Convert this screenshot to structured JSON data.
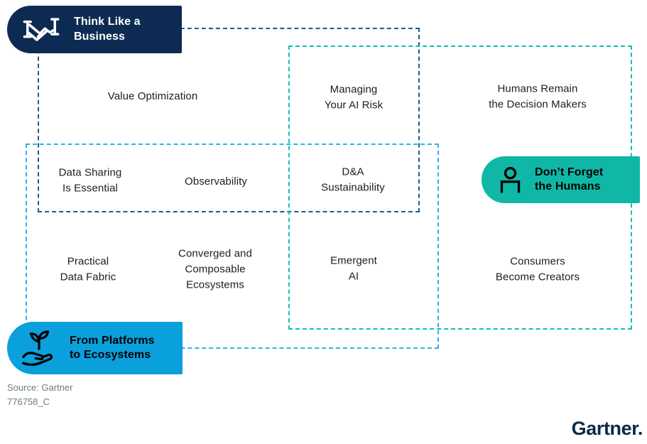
{
  "figure": {
    "groups": [
      {
        "name": "think-like-a-business",
        "badge_label": "Think Like a\nBusiness",
        "icon": "handshake-icon",
        "badge_bg": "#0d2b52",
        "badge_text_color": "#ffffff",
        "outline_color": "#245a80"
      },
      {
        "name": "dont-forget-the-humans",
        "badge_label": "Don’t Forget\nthe Humans",
        "icon": "person-icon",
        "badge_bg": "#10b7a6",
        "badge_text_color": "#000000",
        "outline_color": "#13c1b0"
      },
      {
        "name": "from-platforms-to-ecosystems",
        "badge_label": "From Platforms\nto Ecosystems",
        "icon": "hand-plant-icon",
        "badge_bg": "#0aa0dc",
        "badge_text_color": "#000000",
        "outline_color": "#2ab4e8"
      }
    ],
    "trends": [
      {
        "label": "Value Optimization"
      },
      {
        "label": "Managing\nYour AI Risk"
      },
      {
        "label": "Humans Remain\nthe Decision Makers"
      },
      {
        "label": "Data Sharing\nIs Essential"
      },
      {
        "label": "Observability"
      },
      {
        "label": "D&A\nSustainability"
      },
      {
        "label": "Practical\nData Fabric"
      },
      {
        "label": "Converged and\nComposable\nEcosystems"
      },
      {
        "label": "Emergent\nAI"
      },
      {
        "label": "Consumers\nBecome Creators"
      }
    ]
  },
  "footer": {
    "source": "Source: Gartner",
    "document_id": "776758_C"
  },
  "logo": {
    "text": "Gartner."
  }
}
